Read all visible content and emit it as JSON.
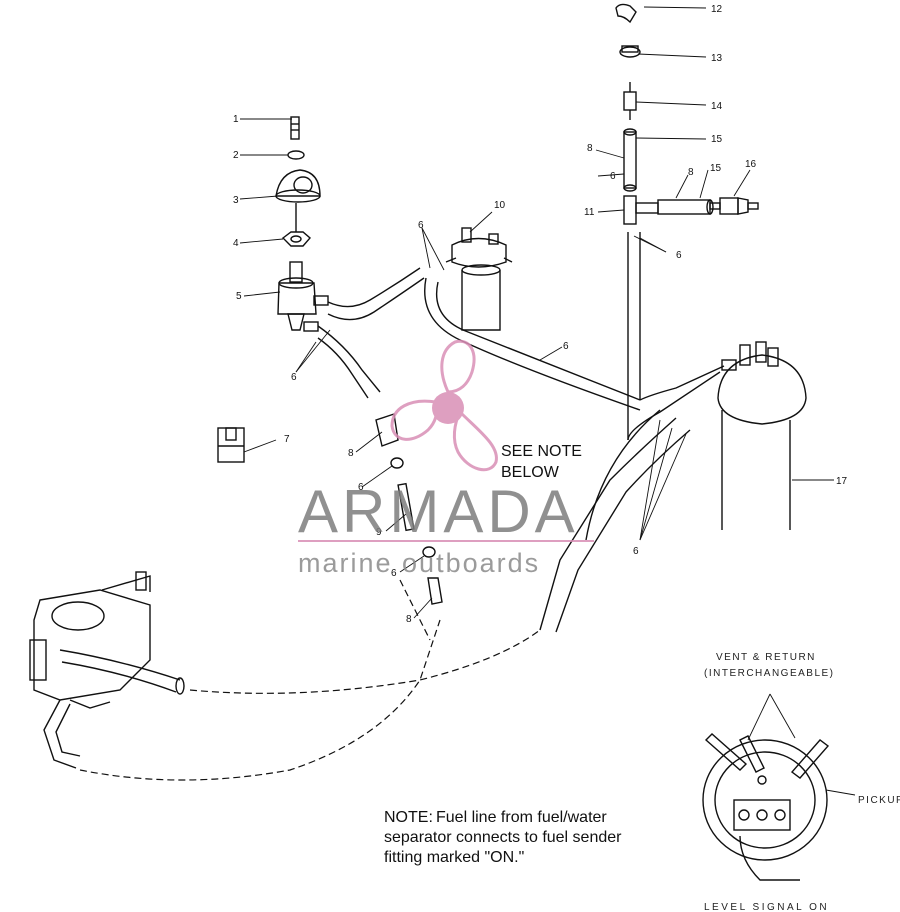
{
  "callouts": [
    "1",
    "2",
    "3",
    "4",
    "5",
    "6",
    "6",
    "6",
    "6",
    "6",
    "6",
    "6",
    "6",
    "7",
    "8",
    "8",
    "8",
    "8",
    "9",
    "10",
    "11",
    "12",
    "13",
    "14",
    "15",
    "15",
    "16",
    "17"
  ],
  "see_note": {
    "line1": "SEE NOTE",
    "line2": "BELOW"
  },
  "note": {
    "label": "NOTE:",
    "line1": "Fuel line from fuel/water",
    "line2": "separator connects to fuel sender",
    "line3": "fitting marked \"ON.\""
  },
  "inset": {
    "title1": "VENT & RETURN",
    "title2": "(INTERCHANGEABLE)",
    "pickup": "PICKUP",
    "signal": "LEVEL SIGNAL ON"
  },
  "watermark": {
    "brand": "ARMADA",
    "sub": "marine outboards",
    "colors": {
      "logo": "#d98fb6",
      "text": "#7d7d7d"
    }
  }
}
